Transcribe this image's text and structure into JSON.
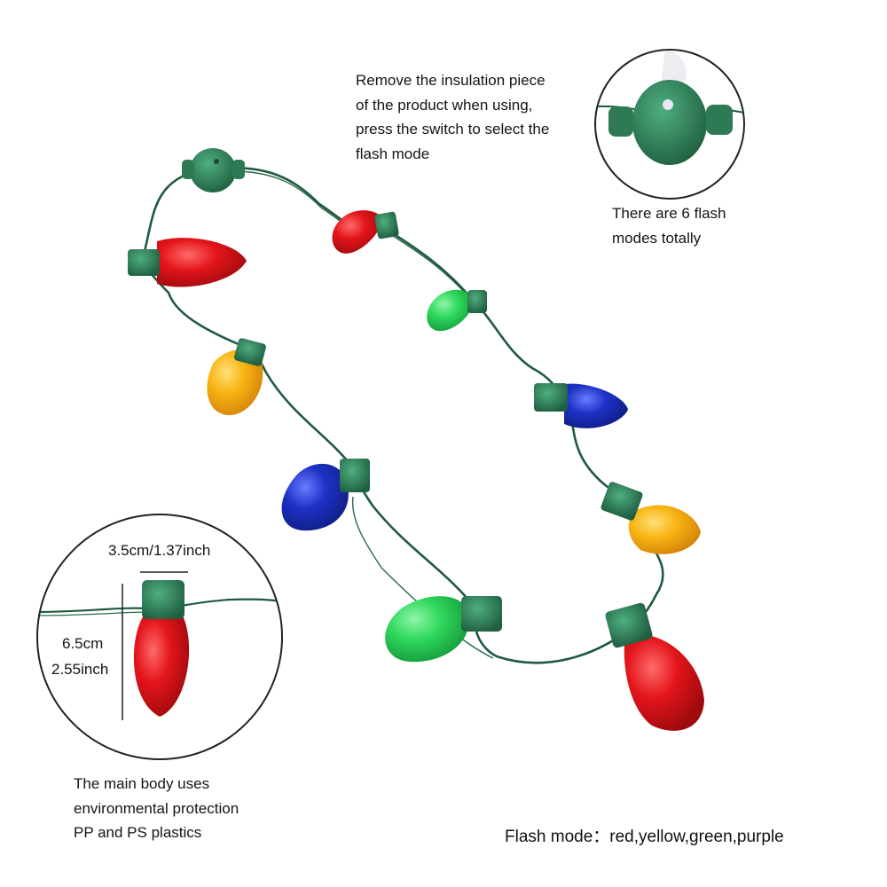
{
  "instruction": {
    "lines": [
      "Remove the insulation piece",
      "of the product when using,",
      "press the switch to select the",
      "flash mode"
    ]
  },
  "modes_note": {
    "lines": [
      "There are 6 flash",
      "modes totally"
    ]
  },
  "material_note": {
    "lines": [
      "The main body uses",
      "environmental protection",
      "PP and PS plastics"
    ]
  },
  "flash_mode": {
    "label": "Flash mode：",
    "colors": "red,yellow,green,purple"
  },
  "dimensions": {
    "width": "3.5cm/1.37inch",
    "height_cm": "6.5cm",
    "height_inch": "2.55inch"
  },
  "palette": {
    "wire": "#1f5a40",
    "socket": "#2e7a55",
    "red": "#e0161c",
    "green": "#2bd45a",
    "yellow": "#f6b112",
    "blue": "#1b2fc0"
  }
}
